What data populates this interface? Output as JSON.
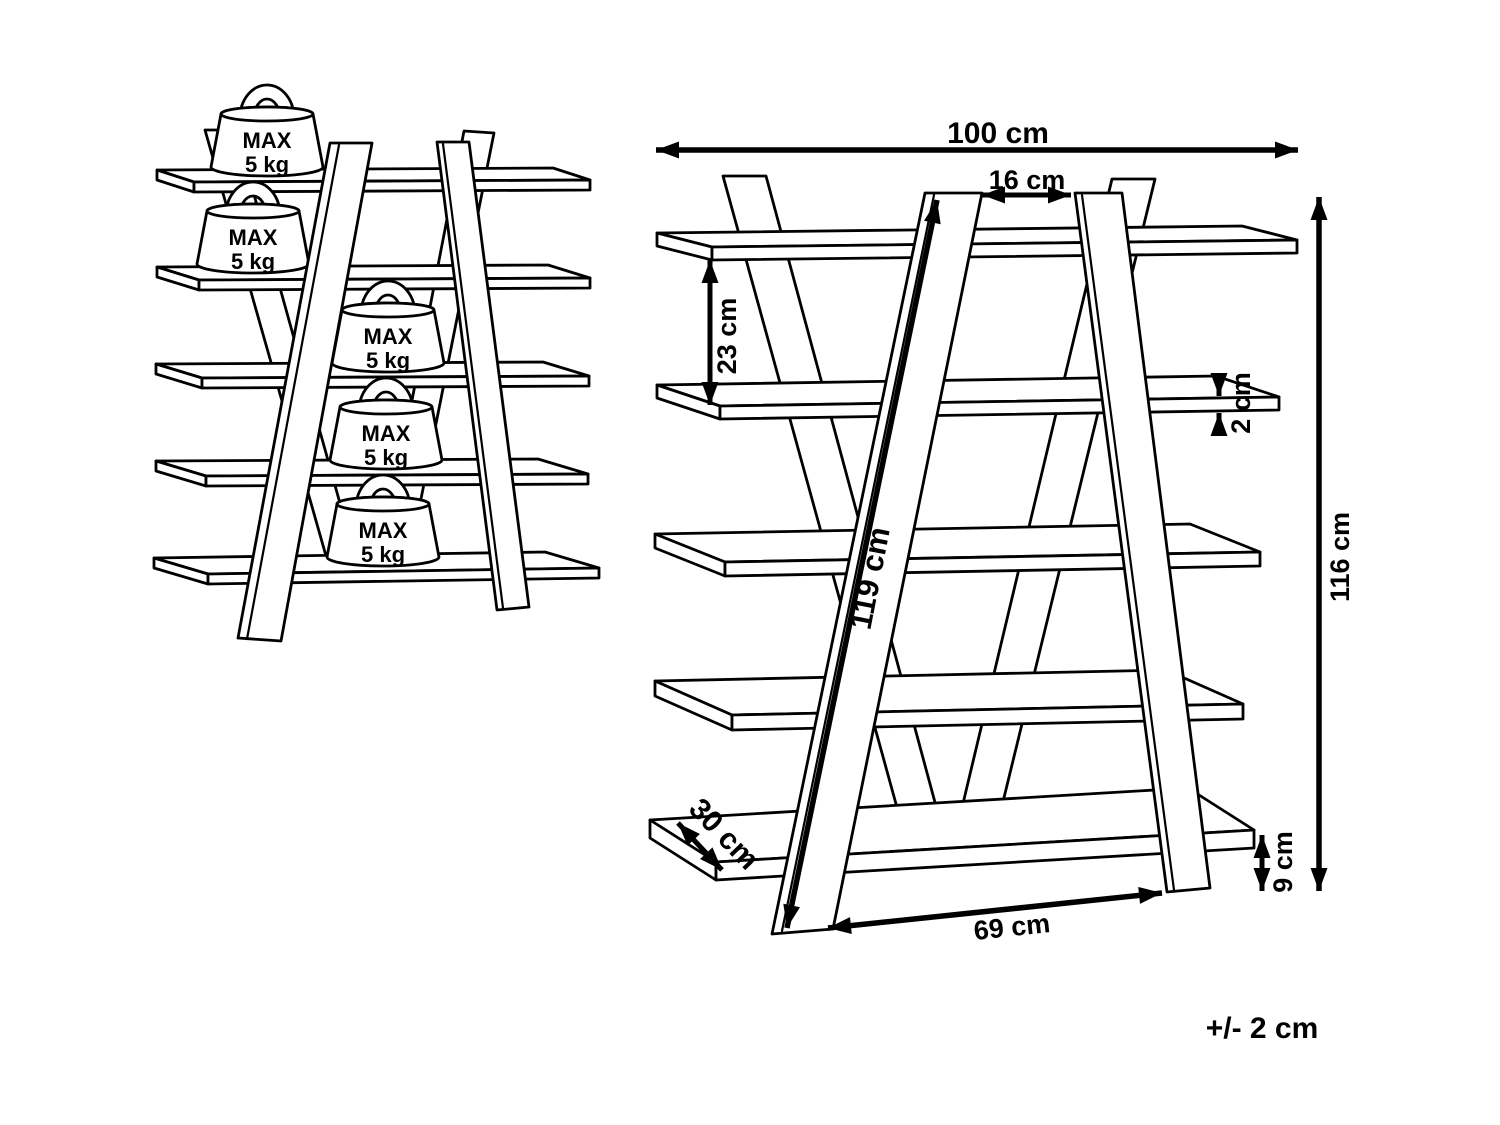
{
  "diagram": {
    "type": "furniture-assembly-dimension-diagram",
    "product": "ladder shelf with 5 shelves",
    "colors": {
      "line": "#000000",
      "background": "#ffffff"
    },
    "left_figure": {
      "description": "shelf drawing with max load weights",
      "weights_count": 5,
      "weight_label_line1": "MAX",
      "weight_label_line2": "5 kg"
    },
    "right_figure": {
      "description": "shelf drawing with dimensions",
      "dim_width": "100 cm",
      "dim_top_gap": "16 cm",
      "dim_shelf_gap": "23 cm",
      "dim_thickness": "2 cm",
      "dim_height": "116 cm",
      "dim_diagonal": "119 cm",
      "dim_depth": "30 cm",
      "dim_base_width": "69 cm",
      "dim_base_height": "9 cm"
    },
    "tolerance_note": "+/- 2 cm"
  }
}
